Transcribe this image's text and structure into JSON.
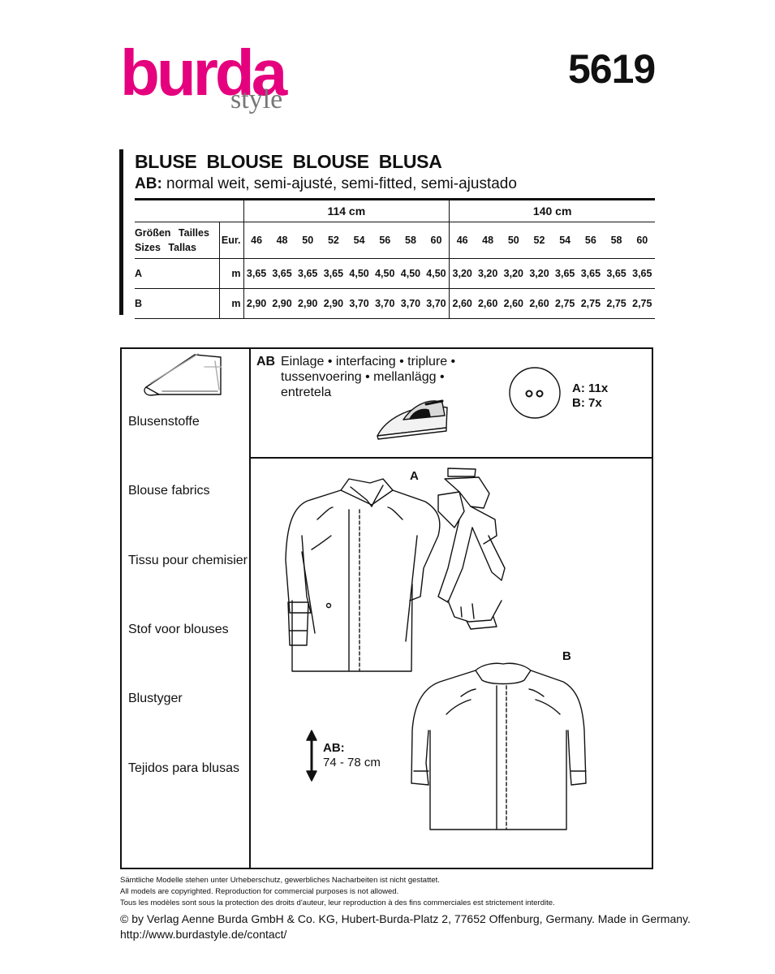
{
  "header": {
    "brand": "burda",
    "brand_sub": "style",
    "pattern_number": "5619",
    "title": "BLUSE BLOUSE BLOUSE BLUSA",
    "subtitle_label": "AB:",
    "subtitle_text": " normal weit, semi-ajusté, semi-fitted, semi-ajustado",
    "colors": {
      "brand": "#e5007e",
      "brand_sub": "#777777"
    }
  },
  "yardage": {
    "width_114": "114 cm",
    "width_140": "140 cm",
    "sizes_label_line1": "Größen Tailles",
    "sizes_label_line2": "Sizes Tallas",
    "eur": "Eur.",
    "unit": "m",
    "sizes": [
      "46",
      "48",
      "50",
      "52",
      "54",
      "56",
      "58",
      "60",
      "46",
      "48",
      "50",
      "52",
      "54",
      "56",
      "58",
      "60"
    ],
    "rows": [
      {
        "view": "A",
        "values": [
          "3,65",
          "3,65",
          "3,65",
          "3,65",
          "4,50",
          "4,50",
          "4,50",
          "4,50",
          "3,20",
          "3,20",
          "3,20",
          "3,20",
          "3,65",
          "3,65",
          "3,65",
          "3,65"
        ]
      },
      {
        "view": "B",
        "values": [
          "2,90",
          "2,90",
          "2,90",
          "2,90",
          "3,70",
          "3,70",
          "3,70",
          "3,70",
          "2,60",
          "2,60",
          "2,60",
          "2,60",
          "2,75",
          "2,75",
          "2,75",
          "2,75"
        ]
      }
    ]
  },
  "fabrics": {
    "items": [
      "Blusenstoffe",
      "Blouse fabrics",
      "Tissu pour chemisier",
      "Stof voor blouses",
      "Blustyger",
      "Tejidos para blusas"
    ]
  },
  "notions": {
    "views": "AB",
    "interfacing_line1": "Einlage • interfacing • triplure •",
    "interfacing_line2": "tussenvoering • mellanlägg •",
    "interfacing_line3": "entretela",
    "buttons_a": "A: 11x",
    "buttons_b": "B: 7x"
  },
  "views": {
    "label_a": "A",
    "label_b": "B",
    "length_label": "AB:",
    "length_value": "74 - 78 cm"
  },
  "footer": {
    "line1": "Sämtliche Modelle stehen unter Urheberschutz, gewerbliches Nacharbeiten ist nicht gestattet.",
    "line2": "All models are copyrighted. Reproduction for commercial purposes is not allowed.",
    "line3": "Tous les modèles sont sous la protection des droits d'auteur, leur reproduction à des fins commerciales est strictement interdite.",
    "copyright": "© by Verlag Aenne Burda GmbH & Co. KG, Hubert-Burda-Platz 2, 77652 Offenburg, Germany. Made in Germany.",
    "url": "http://www.burdastyle.de/contact/"
  }
}
